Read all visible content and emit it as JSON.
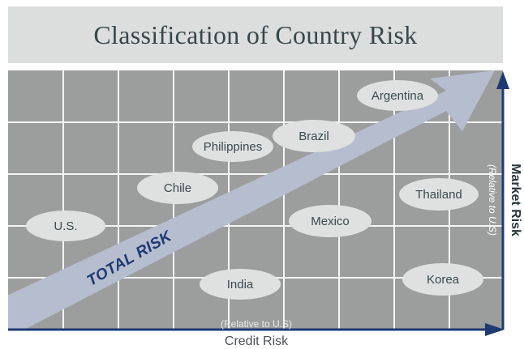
{
  "title": "Classification of Country Risk",
  "arrow_label": "TOTAL RISK",
  "x_axis": {
    "label": "Credit Risk",
    "note": "(Relative to U.S)"
  },
  "y_axis": {
    "label": "Market Risk",
    "note": "(Relative to U.S)"
  },
  "countries": [
    {
      "name": "U.S."
    },
    {
      "name": "Chile"
    },
    {
      "name": "Philippines"
    },
    {
      "name": "Brazil"
    },
    {
      "name": "Argentina"
    },
    {
      "name": "India"
    },
    {
      "name": "Mexico"
    },
    {
      "name": "Thailand"
    },
    {
      "name": "Korea"
    }
  ],
  "colors": {
    "plot_background": "#9c9e9d",
    "grid_lines": "#ffffff",
    "axis": "#1e3a72",
    "total_risk_arrow": "#b6bdcf",
    "ellipse": "#dfe1e0",
    "title_band": "#dcdedd"
  }
}
